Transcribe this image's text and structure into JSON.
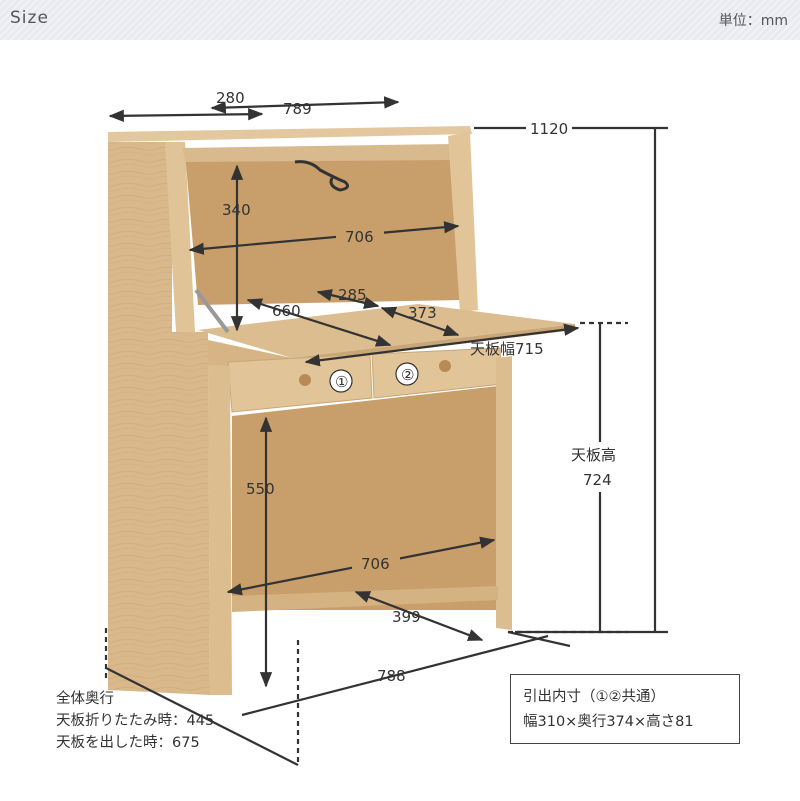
{
  "header": {
    "title": "Size",
    "unit": "単位：mm"
  },
  "dimensions": {
    "top_depth": "280",
    "top_width": "789",
    "total_height": "1120",
    "cabinet_height": "340",
    "inner_width_upper": "706",
    "shelf_width": "285",
    "shelf_left_depth": "660",
    "shelf_right_depth": "373",
    "desk_width_label": "天板幅715",
    "drawer_1": "①",
    "drawer_2": "②",
    "desk_height_label": "天板高",
    "desk_height_value": "724",
    "knee_height": "550",
    "inner_width_lower": "706",
    "knee_depth": "399",
    "bottom_width": "788"
  },
  "depth_note": {
    "line1": "全体奥行",
    "line2": "天板折りたたみ時：445",
    "line3": "天板を出した時：675"
  },
  "drawer_note": {
    "line1": "引出内寸（①②共通）",
    "line2": "幅310×奥行374×高さ81"
  },
  "colors": {
    "wood": "#d9b98c",
    "wood_dark": "#c9a675",
    "wood_shadow": "#b8925f",
    "back_panel": "#c89f6b",
    "line": "#333333"
  }
}
